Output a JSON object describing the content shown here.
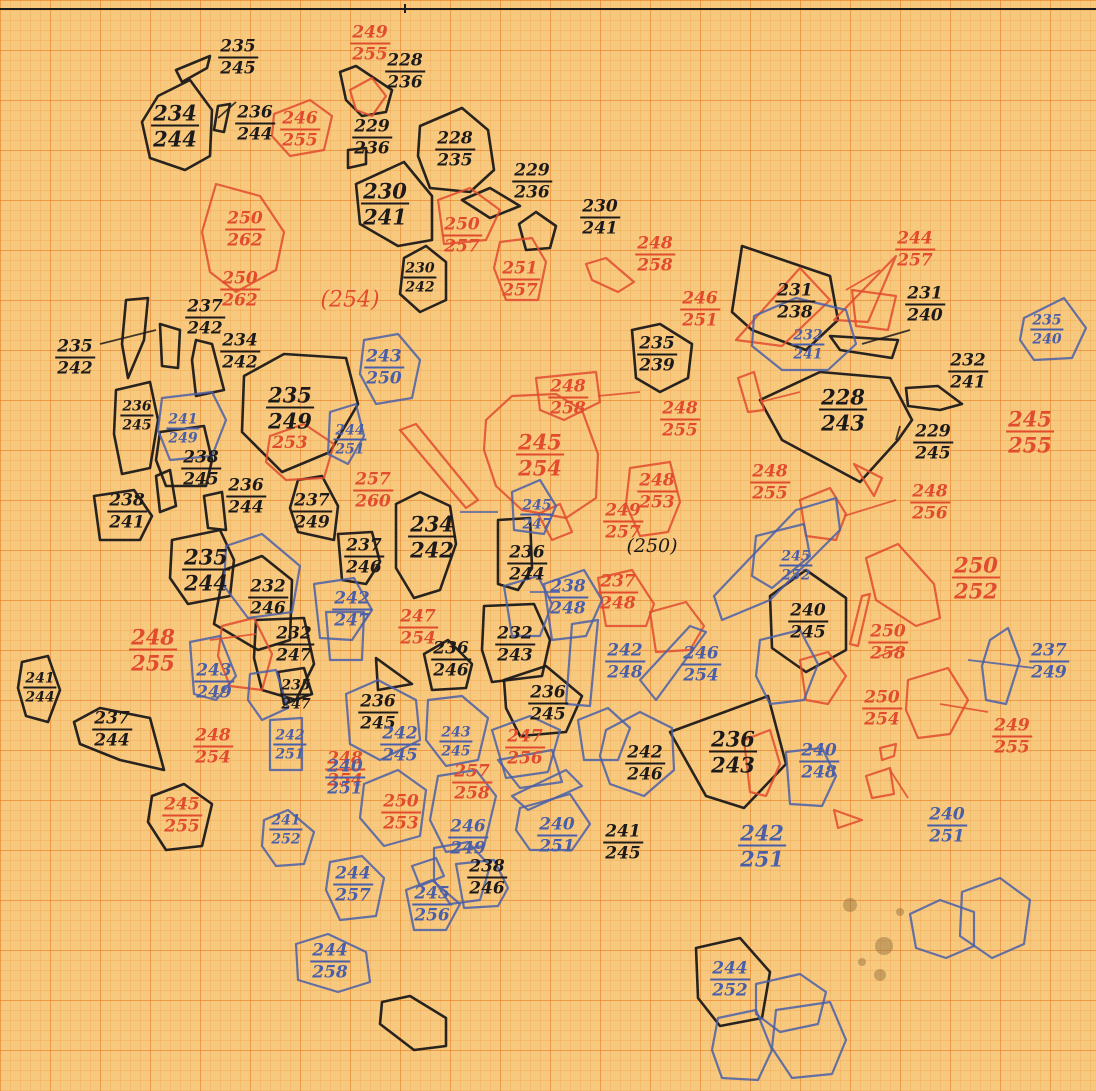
{
  "colors": {
    "paper": "#f7c97f",
    "grid": "#e88028",
    "black": "#1c1a1a",
    "red": "#e14b2e",
    "blue": "#4a5fa8"
  },
  "labels": [
    {
      "n": "235",
      "d": "245",
      "c": "black"
    },
    {
      "n": "234",
      "d": "244",
      "c": "black"
    },
    {
      "n": "236",
      "d": "244",
      "c": "black"
    },
    {
      "n": "249",
      "d": "255",
      "c": "red"
    },
    {
      "n": "228",
      "d": "236",
      "c": "black"
    },
    {
      "n": "246",
      "d": "255",
      "c": "red"
    },
    {
      "n": "229",
      "d": "236",
      "c": "black"
    },
    {
      "n": "228",
      "d": "235",
      "c": "black"
    },
    {
      "n": "229",
      "d": "236",
      "c": "black"
    },
    {
      "n": "230",
      "d": "241",
      "c": "black"
    },
    {
      "n": "250",
      "d": "257",
      "c": "red"
    },
    {
      "n": "230",
      "d": "241",
      "c": "black"
    },
    {
      "n": "250",
      "d": "262",
      "c": "red"
    },
    {
      "n": "250",
      "d": "262",
      "c": "red"
    },
    {
      "n": "230",
      "d": "242",
      "c": "black"
    },
    {
      "n": "251",
      "d": "257",
      "c": "red"
    },
    {
      "n": "248",
      "d": "258",
      "c": "red"
    },
    {
      "n": "244",
      "d": "257",
      "c": "red"
    },
    {
      "n": "246",
      "d": "251",
      "c": "red"
    },
    {
      "n": "231",
      "d": "238",
      "c": "black"
    },
    {
      "n": "231",
      "d": "240",
      "c": "black"
    },
    {
      "n": "235",
      "d": "240",
      "c": "blue"
    },
    {
      "n": "232",
      "d": "241",
      "c": "blue"
    },
    {
      "n": "235",
      "d": "242",
      "c": "black"
    },
    {
      "n": "237",
      "d": "242",
      "c": "black"
    },
    {
      "n": "234",
      "d": "242",
      "c": "black"
    },
    {
      "n": "243",
      "d": "250",
      "c": "blue"
    },
    {
      "n": "235",
      "d": "239",
      "c": "black"
    },
    {
      "n": "232",
      "d": "241",
      "c": "black"
    },
    {
      "n": "236",
      "d": "245",
      "c": "black"
    },
    {
      "n": "241",
      "d": "249",
      "c": "blue"
    },
    {
      "n": "235",
      "d": "249",
      "c": "black"
    },
    {
      "n": "253",
      "d": "",
      "c": "red"
    },
    {
      "n": "244",
      "d": "251",
      "c": "blue"
    },
    {
      "n": "248",
      "d": "258",
      "c": "red"
    },
    {
      "n": "245",
      "d": "254",
      "c": "red"
    },
    {
      "n": "248",
      "d": "255",
      "c": "red"
    },
    {
      "n": "228",
      "d": "243",
      "c": "black"
    },
    {
      "n": "229",
      "d": "245",
      "c": "black"
    },
    {
      "n": "245",
      "d": "255",
      "c": "red"
    },
    {
      "n": "238",
      "d": "245",
      "c": "black"
    },
    {
      "n": "238",
      "d": "241",
      "c": "black"
    },
    {
      "n": "236",
      "d": "244",
      "c": "black"
    },
    {
      "n": "257",
      "d": "260",
      "c": "red"
    },
    {
      "n": "237",
      "d": "249",
      "c": "black"
    },
    {
      "n": "234",
      "d": "242",
      "c": "black"
    },
    {
      "n": "245",
      "d": "247",
      "c": "blue"
    },
    {
      "n": "249",
      "d": "257",
      "c": "red"
    },
    {
      "n": "248",
      "d": "253",
      "c": "red"
    },
    {
      "n": "248",
      "d": "255",
      "c": "red"
    },
    {
      "n": "248",
      "d": "256",
      "c": "red"
    },
    {
      "n": "235",
      "d": "244",
      "c": "black"
    },
    {
      "n": "232",
      "d": "246",
      "c": "black"
    },
    {
      "n": "237",
      "d": "246",
      "c": "black"
    },
    {
      "n": "236",
      "d": "244",
      "c": "black"
    },
    {
      "n": "245",
      "d": "252",
      "c": "blue"
    },
    {
      "n": "250",
      "d": "252",
      "c": "red"
    },
    {
      "n": "238",
      "d": "248",
      "c": "blue"
    },
    {
      "n": "237",
      "d": "248",
      "c": "red"
    },
    {
      "n": "240",
      "d": "245",
      "c": "black"
    },
    {
      "n": "242",
      "d": "247",
      "c": "blue"
    },
    {
      "n": "247",
      "d": "254",
      "c": "red"
    },
    {
      "n": "232",
      "d": "243",
      "c": "black"
    },
    {
      "n": "248",
      "d": "255",
      "c": "red"
    },
    {
      "n": "232",
      "d": "247",
      "c": "black"
    },
    {
      "n": "243",
      "d": "249",
      "c": "blue"
    },
    {
      "n": "236",
      "d": "246",
      "c": "black"
    },
    {
      "n": "242",
      "d": "248",
      "c": "blue"
    },
    {
      "n": "246",
      "d": "254",
      "c": "blue"
    },
    {
      "n": "250",
      "d": "258",
      "c": "red"
    },
    {
      "n": "237",
      "d": "249",
      "c": "blue"
    },
    {
      "n": "241",
      "d": "244",
      "c": "black"
    },
    {
      "n": "235",
      "d": "247",
      "c": "black"
    },
    {
      "n": "236",
      "d": "245",
      "c": "black"
    },
    {
      "n": "236",
      "d": "245",
      "c": "black"
    },
    {
      "n": "248",
      "d": "254",
      "c": "red"
    },
    {
      "n": "250",
      "d": "254",
      "c": "red"
    },
    {
      "n": "249",
      "d": "255",
      "c": "red"
    },
    {
      "n": "237",
      "d": "244",
      "c": "black"
    },
    {
      "n": "248",
      "d": "254",
      "c": "red"
    },
    {
      "n": "242",
      "d": "251",
      "c": "blue"
    },
    {
      "n": "242",
      "d": "245",
      "c": "blue"
    },
    {
      "n": "236",
      "d": "243",
      "c": "black"
    },
    {
      "n": "243",
      "d": "245",
      "c": "blue"
    },
    {
      "n": "247",
      "d": "256",
      "c": "red"
    },
    {
      "n": "242",
      "d": "246",
      "c": "black"
    },
    {
      "n": "240",
      "d": "248",
      "c": "blue"
    },
    {
      "n": "240",
      "d": "251",
      "c": "blue"
    },
    {
      "n": "245",
      "d": "255",
      "c": "red"
    },
    {
      "n": "257",
      "d": "258",
      "c": "red"
    },
    {
      "n": "250",
      "d": "253",
      "c": "red"
    },
    {
      "n": "242",
      "d": "251",
      "c": "blue"
    },
    {
      "n": "240",
      "d": "251",
      "c": "blue"
    },
    {
      "n": "241",
      "d": "252",
      "c": "blue"
    },
    {
      "n": "246",
      "d": "249",
      "c": "blue"
    },
    {
      "n": "240",
      "d": "251",
      "c": "blue"
    },
    {
      "n": "241",
      "d": "245",
      "c": "black"
    },
    {
      "n": "244",
      "d": "257",
      "c": "blue"
    },
    {
      "n": "245",
      "d": "256",
      "c": "blue"
    },
    {
      "n": "238",
      "d": "246",
      "c": "black"
    },
    {
      "n": "244",
      "d": "258",
      "c": "blue"
    },
    {
      "n": "244",
      "d": "252",
      "c": "blue"
    }
  ],
  "parentheses": [
    "(254)",
    "(250)"
  ]
}
